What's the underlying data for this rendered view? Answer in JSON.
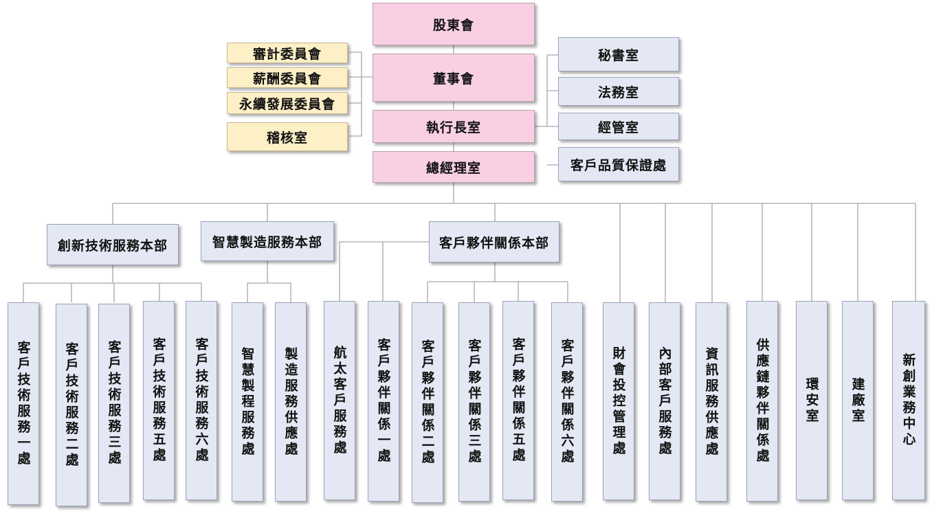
{
  "top": {
    "shareholders": "股東會",
    "board": "董事會",
    "ceo_office": "執行長室",
    "gm_office": "總經理室"
  },
  "committees": [
    "審計委員會",
    "薪酬委員會",
    "永續發展委員會",
    "稽核室"
  ],
  "staff": [
    "秘書室",
    "法務室",
    "經管室",
    "客戶品質保證處"
  ],
  "divisions": [
    "創新技術服務本部",
    "智慧製造服務本部",
    "客戶夥伴關係本部"
  ],
  "units": [
    "客戶技術服務一處",
    "客戶技術服務二處",
    "客戶技術服務三處",
    "客戶技術服務五處",
    "客戶技術服務六處",
    "智慧製程服務處",
    "製造服務供應處",
    "航太客戶服務處",
    "客戶夥伴關係一處",
    "客戶夥伴關係二處",
    "客戶夥伴關係三處",
    "客戶夥伴關係五處",
    "客戶夥伴關係六處",
    "財會投控管理處",
    "內部客戶服務處",
    "資訊服務供應處",
    "供應鏈夥伴關係處",
    "環安室",
    "建廠室",
    "新創業務中心"
  ],
  "colors": {
    "executive": "#f8cfe3",
    "committee": "#fdefc6",
    "department": "#e4e8f4",
    "connector": "#a6a6a6"
  }
}
